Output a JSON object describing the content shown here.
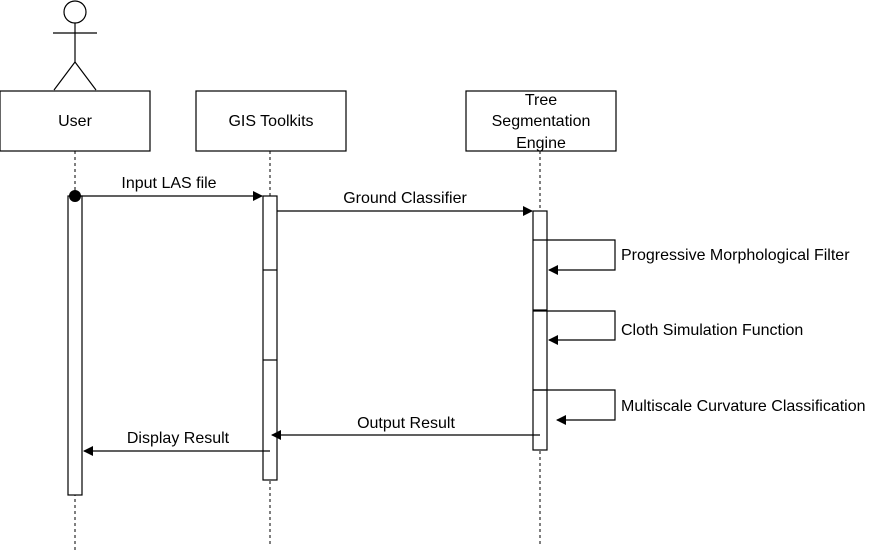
{
  "participants": {
    "user": {
      "label": "User"
    },
    "gis": {
      "label": "GIS Toolkits"
    },
    "engine": {
      "label_lines": [
        "Tree",
        "Segmentation",
        "Engine"
      ]
    }
  },
  "messages": {
    "input_las": "Input LAS file",
    "ground_classifier": "Ground Classifier",
    "progressive_filter": "Progressive Morphological Filter",
    "cloth_simulation": "Cloth Simulation Function",
    "multiscale_curvature": "Multiscale Curvature Classification",
    "output_result": "Output Result",
    "display_result": "Display Result"
  }
}
